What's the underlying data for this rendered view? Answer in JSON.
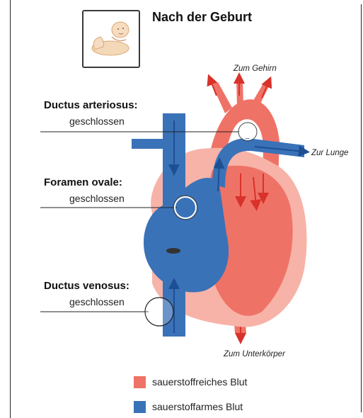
{
  "title": "Nach der Geburt",
  "labels": {
    "ductus_arteriosus": {
      "name": "Ductus arteriosus:",
      "state": "geschlossen"
    },
    "foramen_ovale": {
      "name": "Foramen ovale:",
      "state": "geschlossen"
    },
    "ductus_venosus": {
      "name": "Ductus venosus:",
      "state": "geschlossen"
    }
  },
  "directions": {
    "brain": "Zum Gehirn",
    "lung": "Zur Lunge",
    "lower_body": "Zum Unterkörper"
  },
  "legend": [
    {
      "label": "sauerstoffreiches Blut",
      "color": "#ef7266"
    },
    {
      "label": "sauerstoffarmes Blut",
      "color": "#3a72b8"
    }
  ],
  "colors": {
    "oxygenated": "#ef7266",
    "deoxygenated": "#3a72b8",
    "oxygenated_light": "#f7b3a8",
    "arrow_red": "#d8322a",
    "arrow_blue": "#1d4f93"
  }
}
